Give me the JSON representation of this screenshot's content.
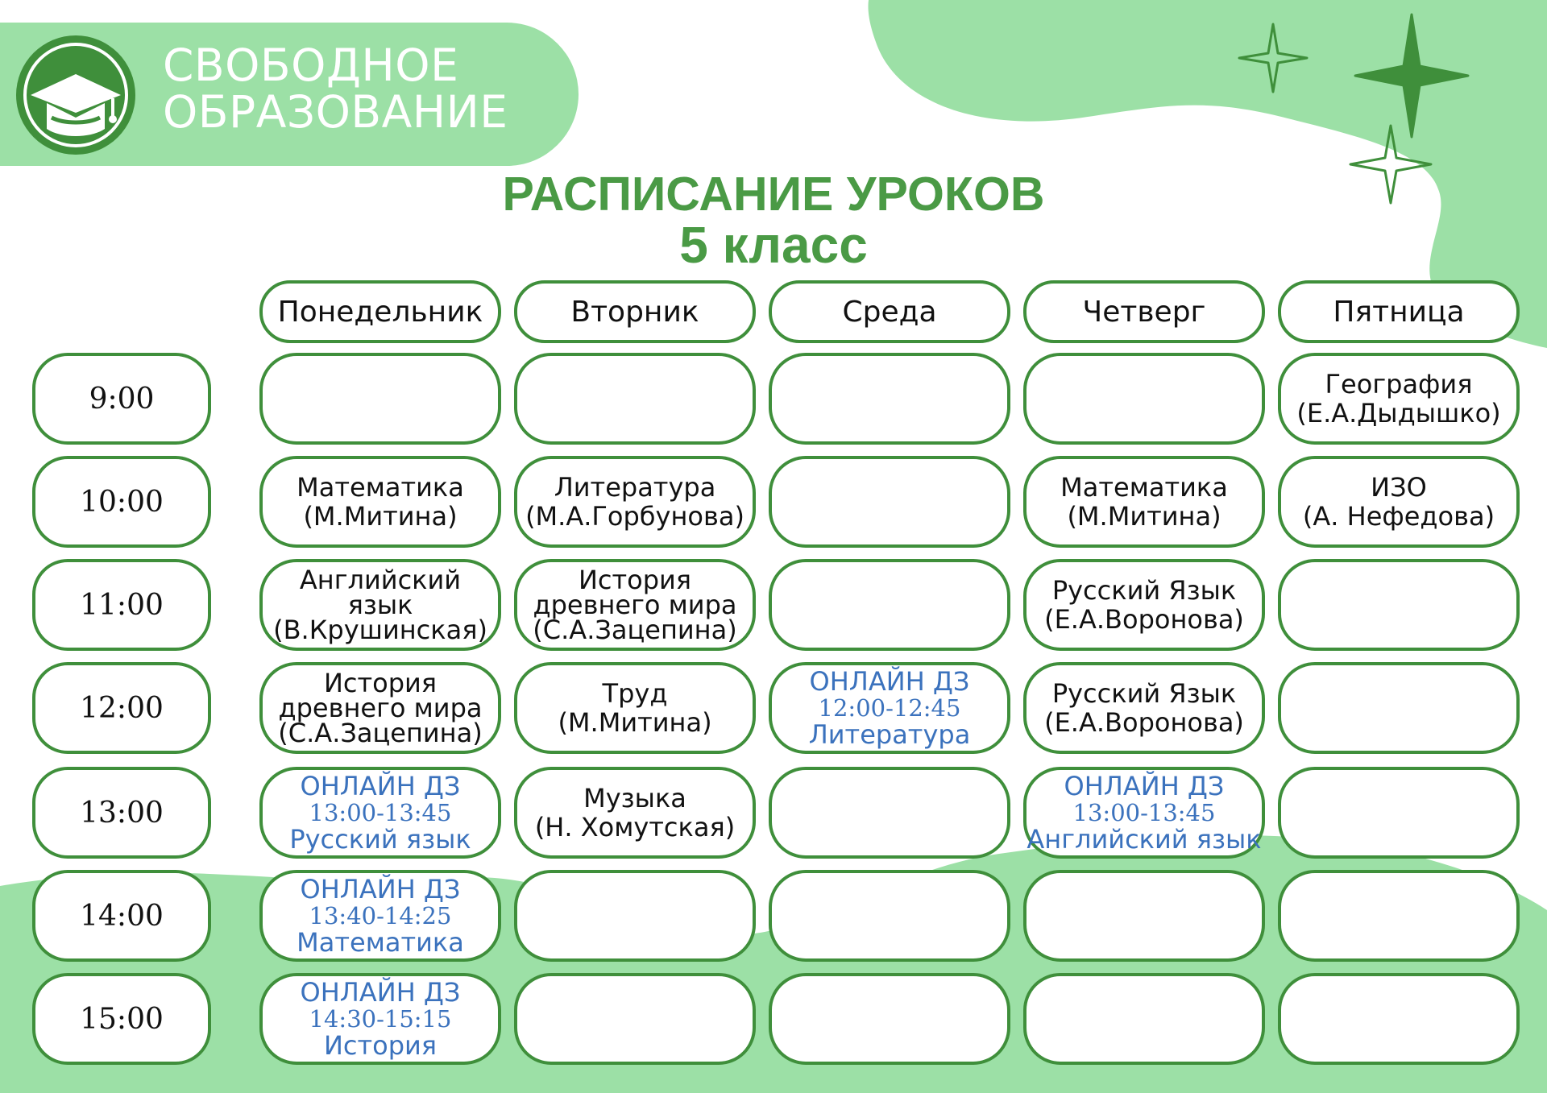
{
  "brand": {
    "line1": "СВОБОДНОЕ",
    "line2": "ОБРАЗОВАНИЕ",
    "logo_icon": "graduation-cap-icon"
  },
  "title": "РАСПИСАНИЕ УРОКОВ",
  "subtitle": "5 класс",
  "colors": {
    "accent_green": "#3f8f3b",
    "title_green": "#4a9a45",
    "light_green": "#9ce0a6",
    "online_blue": "#3b72bd"
  },
  "days": [
    "Понедельник",
    "Вторник",
    "Среда",
    "Четверг",
    "Пятница"
  ],
  "times": [
    "9:00",
    "10:00",
    "11:00",
    "12:00",
    "13:00",
    "14:00",
    "15:00"
  ],
  "schedule": [
    [
      {
        "lines": []
      },
      {
        "lines": []
      },
      {
        "lines": []
      },
      {
        "lines": []
      },
      {
        "lines": [
          "География",
          "(Е.А.Дыдышко)"
        ]
      }
    ],
    [
      {
        "lines": [
          "Математика",
          "(М.Митина)"
        ]
      },
      {
        "lines": [
          "Литература",
          "(М.А.Горбунова)"
        ]
      },
      {
        "lines": []
      },
      {
        "lines": [
          "Математика",
          "(М.Митина)"
        ]
      },
      {
        "lines": [
          "ИЗО",
          "(А. Нефедова)"
        ]
      }
    ],
    [
      {
        "lines": [
          "Английский",
          "язык",
          "(В.Крушинская)"
        ]
      },
      {
        "lines": [
          "История",
          "древнего мира",
          "(С.А.Зацепина)"
        ]
      },
      {
        "lines": []
      },
      {
        "lines": [
          "Русский Язык",
          "(Е.А.Воронова)"
        ]
      },
      {
        "lines": []
      }
    ],
    [
      {
        "lines": [
          "История",
          "древнего мира",
          "(С.А.Зацепина)"
        ]
      },
      {
        "lines": [
          "Труд",
          "(М.Митина)"
        ]
      },
      {
        "online": true,
        "lines": [
          "ОНЛАЙН ДЗ",
          "12:00-12:45",
          "Литература"
        ]
      },
      {
        "lines": [
          "Русский Язык",
          "(Е.А.Воронова)"
        ]
      },
      {
        "lines": []
      }
    ],
    [
      {
        "online": true,
        "lines": [
          "ОНЛАЙН ДЗ",
          "13:00-13:45",
          "Русский язык"
        ]
      },
      {
        "lines": [
          "Музыка",
          "(Н. Хомутская)"
        ]
      },
      {
        "lines": []
      },
      {
        "online": true,
        "lines": [
          "ОНЛАЙН ДЗ",
          "13:00-13:45",
          "Английский язык"
        ]
      },
      {
        "lines": []
      }
    ],
    [
      {
        "online": true,
        "lines": [
          "ОНЛАЙН ДЗ",
          "13:40-14:25",
          "Математика"
        ]
      },
      {
        "lines": []
      },
      {
        "lines": []
      },
      {
        "lines": []
      },
      {
        "lines": []
      }
    ],
    [
      {
        "online": true,
        "lines": [
          "ОНЛАЙН ДЗ",
          "14:30-15:15",
          "История"
        ]
      },
      {
        "lines": []
      },
      {
        "lines": []
      },
      {
        "lines": []
      },
      {
        "lines": []
      }
    ]
  ]
}
